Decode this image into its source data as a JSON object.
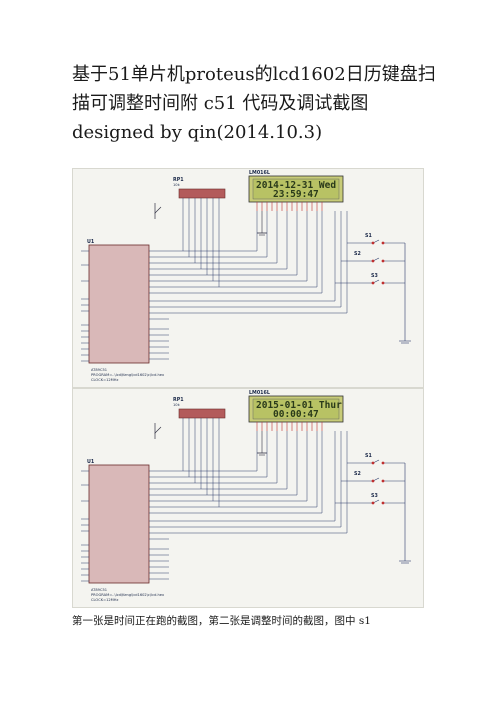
{
  "document": {
    "title": "基于51单片机proteus的lcd1602日历键盘扫描可调整时间附  c51  代码及调试截图    designed by qin(2014.10.3)",
    "caption": "第一张是时间正在跑的截图，第二张是调整时间的截图，图中 s1"
  },
  "figures": [
    {
      "rp_label": "RP1",
      "rp_sub": "10k",
      "lcd_label": "LM016L",
      "lcd_line1": "2014-12-31  Wed",
      "lcd_line2": "23:59:47",
      "mcu_label": "U1",
      "mcu_name": "AT89C51",
      "mcu_program": "PROGRAM=..\\lcd\\Keng\\lcd1602\\c\\lcd.hex",
      "mcu_clock": "CLOCK=12MHz",
      "switches": [
        "S1",
        "S2",
        "S3"
      ]
    },
    {
      "rp_label": "RP1",
      "rp_sub": "10k",
      "lcd_label": "LM016L",
      "lcd_line1": "2015-01-01  Thur",
      "lcd_line2": "00:00:47",
      "mcu_label": "U1",
      "mcu_name": "AT89C51",
      "mcu_program": "PROGRAM=..\\lcd\\Keng\\lcd1602\\c\\lcd.hex",
      "mcu_clock": "CLOCK=12MHz",
      "switches": [
        "S1",
        "S2",
        "S3"
      ]
    }
  ]
}
